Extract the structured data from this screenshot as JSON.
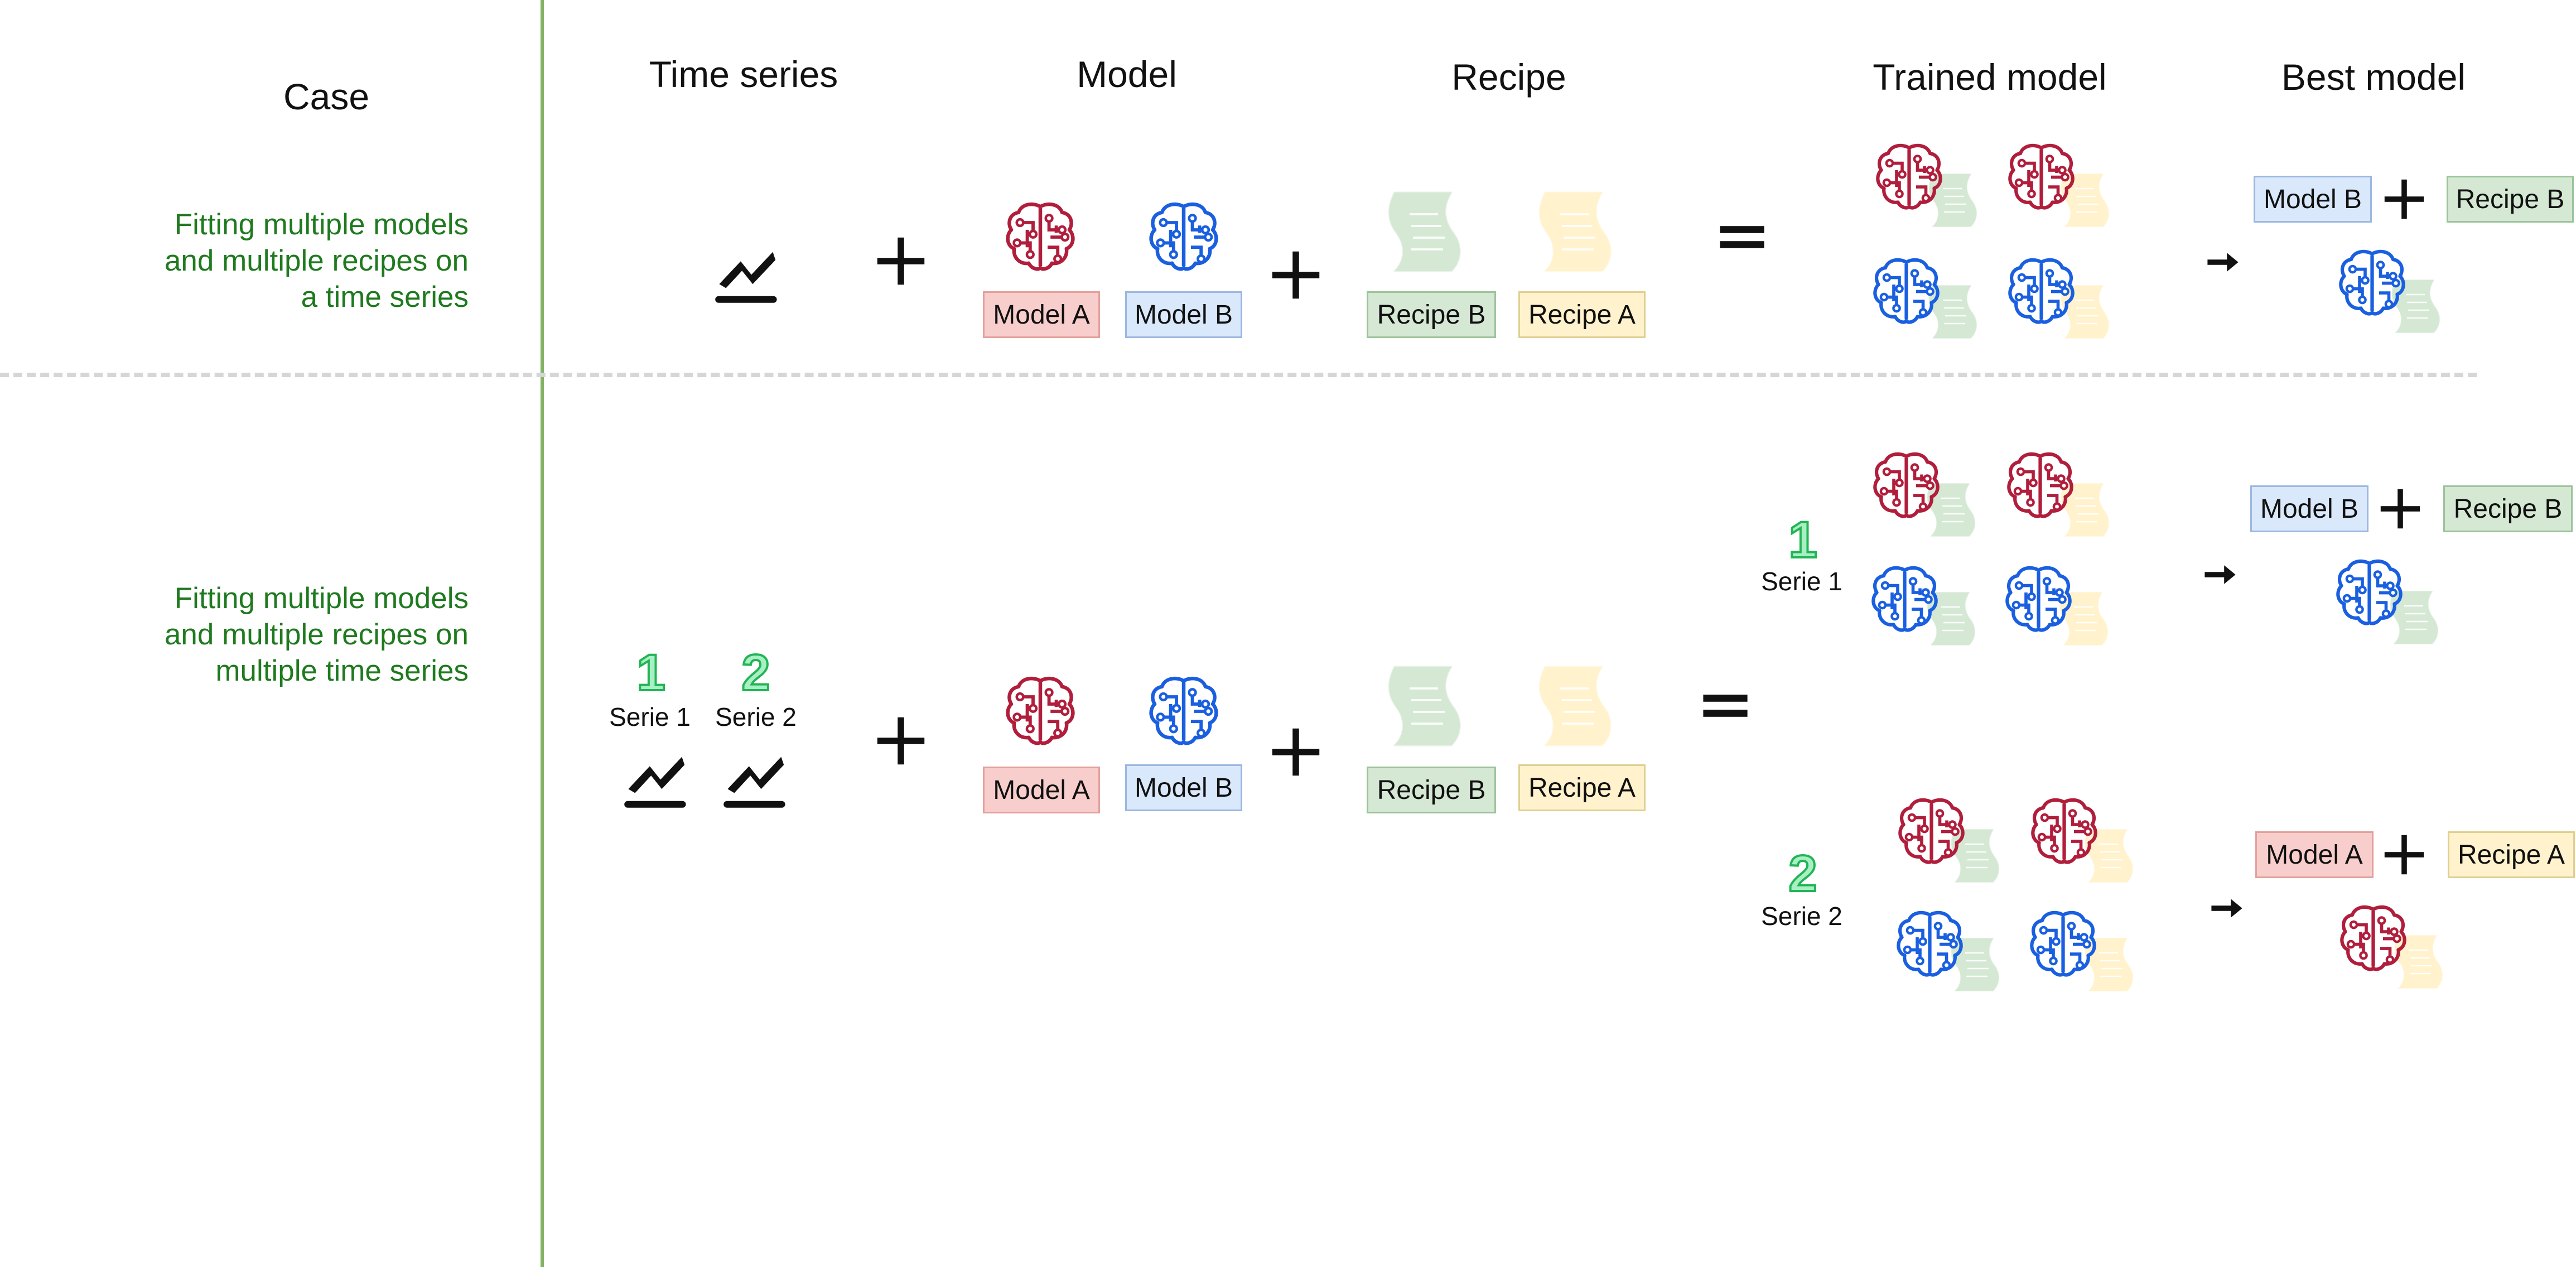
{
  "headers": {
    "case": "Case",
    "time_series": "Time series",
    "model": "Model",
    "recipe": "Recipe",
    "trained_model": "Trained model",
    "best_model": "Best model"
  },
  "rows": [
    {
      "case_lines": [
        "Fitting multiple models",
        "and multiple recipes on",
        "a time series"
      ],
      "models": [
        "Model A",
        "Model B"
      ],
      "recipes": [
        "Recipe B",
        "Recipe A"
      ],
      "best": {
        "model": "Model B",
        "recipe": "Recipe B"
      }
    },
    {
      "case_lines": [
        "Fitting multiple models",
        "and multiple recipes on",
        "multiple time series"
      ],
      "series": [
        {
          "num": "1",
          "label": "Serie 1"
        },
        {
          "num": "2",
          "label": "Serie 2"
        }
      ],
      "models": [
        "Model A",
        "Model B"
      ],
      "recipes": [
        "Recipe B",
        "Recipe A"
      ],
      "trained_groups": [
        {
          "num": "1",
          "label": "Serie 1"
        },
        {
          "num": "2",
          "label": "Serie 2"
        }
      ],
      "best": [
        {
          "model": "Model B",
          "recipe": "Recipe B"
        },
        {
          "model": "Model A",
          "recipe": "Recipe A"
        }
      ]
    }
  ],
  "colors": {
    "divider_green": "#82b366",
    "case_text": "#1f7a1f",
    "brain_red": "#b01e3c",
    "brain_blue": "#1a5fe0",
    "model_a_fill": "#f8cecc",
    "model_b_fill": "#dae8fc",
    "recipe_b_fill": "#d5e8d4",
    "recipe_a_fill": "#fff2cc"
  },
  "icons": [
    "chart-line-icon",
    "brain-circuit-icon",
    "scroll-icon",
    "plus-icon",
    "equals-icon",
    "arrow-right-icon"
  ]
}
